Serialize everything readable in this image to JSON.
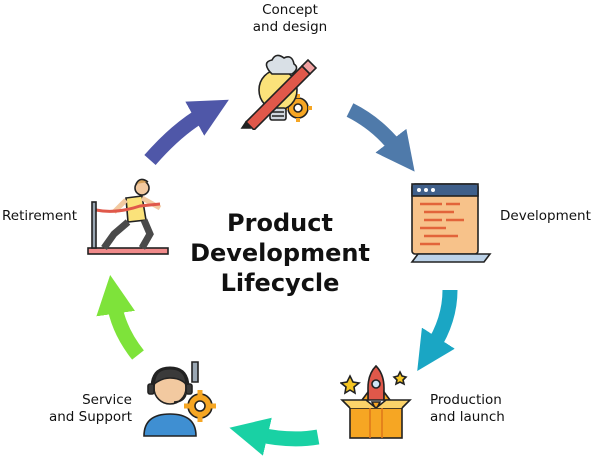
{
  "title": {
    "line1": "Product",
    "line2": "Development",
    "line3": "Lifecycle"
  },
  "stages": {
    "concept": {
      "line1": "Concept",
      "line2": "and design"
    },
    "development": {
      "line1": "Development"
    },
    "production": {
      "line1": "Production",
      "line2": "and launch"
    },
    "service": {
      "line1": "Service",
      "line2": "and Support"
    },
    "retirement": {
      "line1": "Retirement"
    }
  },
  "colors": {
    "arrow_top_left": "#4f57a8",
    "arrow_top_right": "#4f7aaa",
    "arrow_right": "#1aa6c4",
    "arrow_bottom": "#19d1a4",
    "arrow_left": "#7ee33a"
  },
  "icons": {
    "concept": "lightbulb-pencil-gear-icon",
    "development": "code-document-icon",
    "production": "rocket-box-icon",
    "service": "support-agent-icon",
    "retirement": "runner-finish-line-icon"
  }
}
